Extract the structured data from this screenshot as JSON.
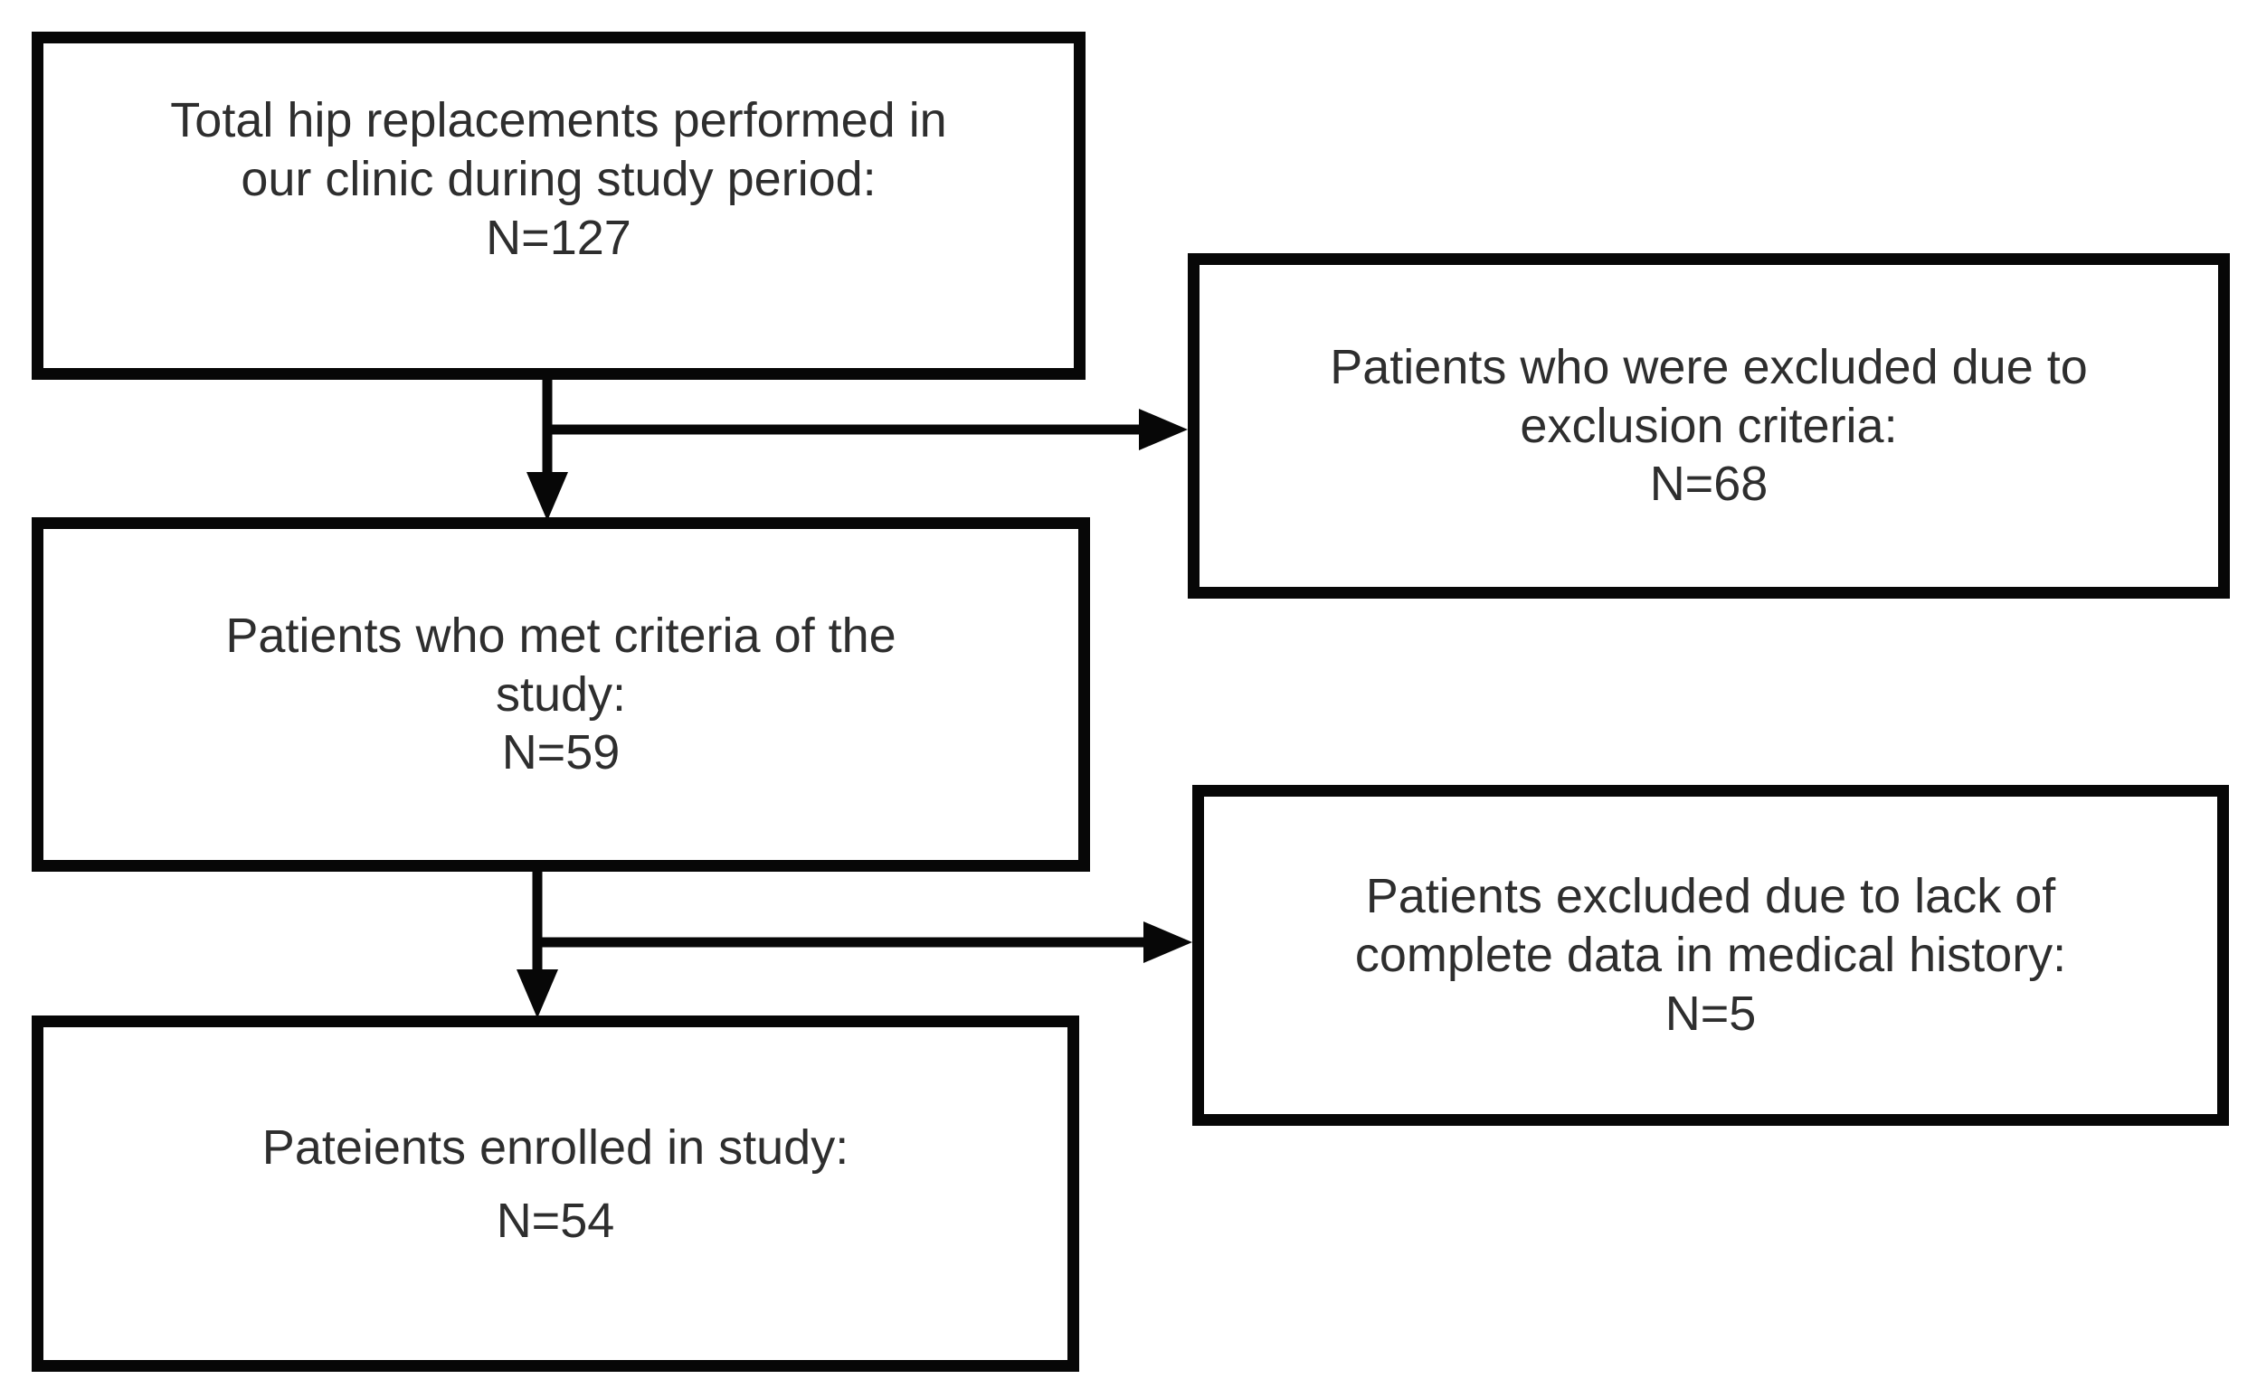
{
  "diagram": {
    "type": "flowchart",
    "description": "Patient enrollment flow diagram for hip replacement study",
    "colors": {
      "border": "#070707",
      "text": "#2e2e2e",
      "background": "#ffffff"
    },
    "nodes": [
      {
        "id": "total",
        "lines": [
          "Total hip replacements performed in",
          "our clinic during study period:"
        ],
        "count": "N=127"
      },
      {
        "id": "excluded-criteria",
        "lines": [
          "Patients who were excluded due to",
          "exclusion criteria:"
        ],
        "count": "N=68"
      },
      {
        "id": "met-criteria",
        "lines": [
          "Patients who met criteria of the",
          "study:"
        ],
        "count": "N=59"
      },
      {
        "id": "excluded-data",
        "lines": [
          "Patients excluded due to lack of",
          "complete data in medical history:"
        ],
        "count": "N=5"
      },
      {
        "id": "enrolled",
        "lines": [
          "Pateients enrolled in study:"
        ],
        "count": "N=54"
      }
    ],
    "edges": [
      {
        "from": "total",
        "to": "met-criteria",
        "direction": "down"
      },
      {
        "from": "total",
        "to": "excluded-criteria",
        "direction": "right"
      },
      {
        "from": "met-criteria",
        "to": "enrolled",
        "direction": "down"
      },
      {
        "from": "met-criteria",
        "to": "excluded-data",
        "direction": "right"
      }
    ]
  }
}
